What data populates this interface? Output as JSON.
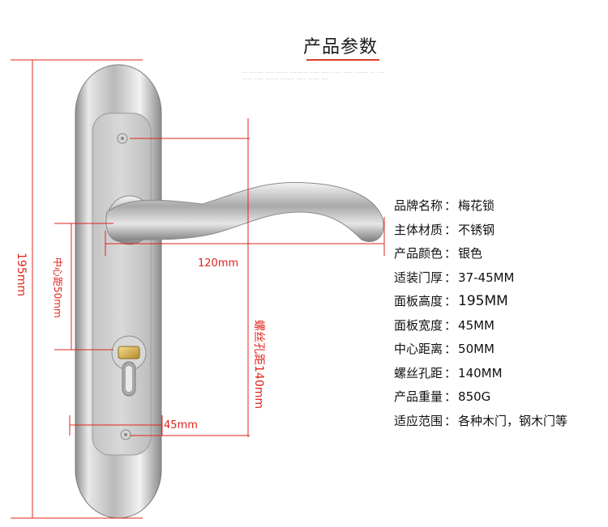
{
  "title": "产品参数",
  "subtitle_lines": [
    "-- ------ ---- ----- -------- ---- ----- --- ---- ------ -- ---",
    "---- ---- ------ ------ ---- ----- ---",
    "------ --- ------ --- ----- ------ --------"
  ],
  "dimensions": {
    "height": "195mm",
    "center_distance": "中心距50mm",
    "handle_length": "120mm",
    "screw_hole_distance": "螺丝孔距140mm",
    "width": "45mm"
  },
  "specs": [
    {
      "label": "品牌名称",
      "value": "梅花锁"
    },
    {
      "label": "主体材质",
      "value": "不锈钢"
    },
    {
      "label": "产品颜色",
      "value": "银色"
    },
    {
      "label": "适装门厚",
      "value": "37-45MM"
    },
    {
      "label": "面板高度",
      "value": "195MM"
    },
    {
      "label": "面板宽度",
      "value": "45MM"
    },
    {
      "label": "中心距离",
      "value": "50MM"
    },
    {
      "label": "螺丝孔距",
      "value": "140MM"
    },
    {
      "label": "产品重量",
      "value": "850G"
    },
    {
      "label": "适应范围",
      "value": "各种木门，钢木门等"
    }
  ],
  "colors": {
    "dimension_red": "#e0241c",
    "accent": "#d83b2b"
  }
}
